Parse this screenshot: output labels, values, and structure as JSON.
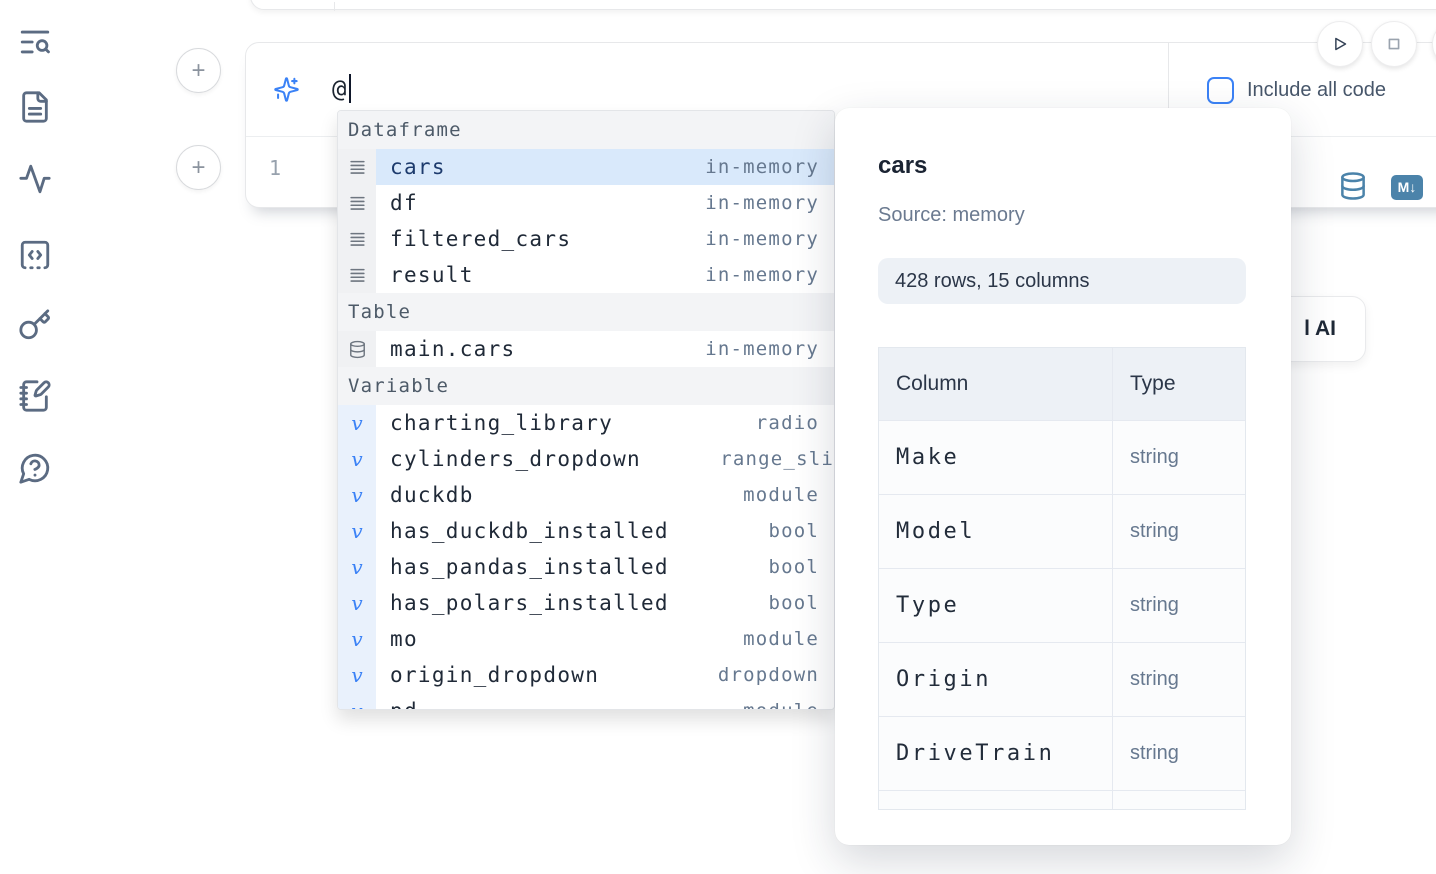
{
  "colors": {
    "accent": "#3b82f6",
    "steel_blue": "#4b83aa",
    "selection_bg": "#d9e9fb",
    "icon_slate": "#5b6b82"
  },
  "sidebar": {
    "icons": [
      {
        "name": "text-search-icon",
        "item": "search"
      },
      {
        "name": "file-text-icon",
        "item": "files"
      },
      {
        "name": "activity-icon",
        "item": "activity"
      },
      {
        "name": "code-square-icon",
        "item": "snippets"
      },
      {
        "name": "key-icon",
        "item": "keys"
      },
      {
        "name": "notebook-pen-icon",
        "item": "scratchpad"
      },
      {
        "name": "help-circle-icon",
        "item": "help"
      }
    ]
  },
  "run_controls": {
    "buttons": [
      {
        "name": "run-all-button",
        "icon": "play-icon"
      },
      {
        "name": "stop-button",
        "icon": "stop-icon"
      },
      {
        "name": "partial-button",
        "icon": ""
      }
    ]
  },
  "add_cell": {
    "label": "+"
  },
  "prompt": {
    "value": "@",
    "ai_icon": "sparkles-icon",
    "include_all_code": {
      "label": "Include all code",
      "checked": false
    }
  },
  "editor": {
    "line_number": "1",
    "markdown_badge_text": "M↓",
    "icons": [
      "database-icon",
      "markdown-badge"
    ]
  },
  "autocomplete": {
    "sections": [
      {
        "label": "Dataframe",
        "kind": "dataframe",
        "icon": "dataframe-rows-icon",
        "items": [
          {
            "name": "cars",
            "type": "in-memory",
            "selected": true
          },
          {
            "name": "df",
            "type": "in-memory"
          },
          {
            "name": "filtered_cars",
            "type": "in-memory"
          },
          {
            "name": "result",
            "type": "in-memory"
          }
        ]
      },
      {
        "label": "Table",
        "kind": "table",
        "icon": "database-icon",
        "items": [
          {
            "name": "main.cars",
            "type": "in-memory"
          }
        ]
      },
      {
        "label": "Variable",
        "kind": "variable",
        "icon": "variable-icon",
        "items": [
          {
            "name": "charting_library",
            "type": "radio"
          },
          {
            "name": "cylinders_dropdown",
            "type": "range_sli",
            "type_flush": true
          },
          {
            "name": "duckdb",
            "type": "module"
          },
          {
            "name": "has_duckdb_installed",
            "type": "bool"
          },
          {
            "name": "has_pandas_installed",
            "type": "bool"
          },
          {
            "name": "has_polars_installed",
            "type": "bool"
          },
          {
            "name": "mo",
            "type": "module"
          },
          {
            "name": "origin_dropdown",
            "type": "dropdown"
          },
          {
            "name": "pd",
            "type": "module",
            "clipped": true
          }
        ]
      }
    ]
  },
  "preview": {
    "title": "cars",
    "source": "Source: memory",
    "summary": "428 rows, 15 columns",
    "table": {
      "headers": [
        "Column",
        "Type"
      ],
      "rows": [
        {
          "column": "Make",
          "type": "string"
        },
        {
          "column": "Model",
          "type": "string"
        },
        {
          "column": "Type",
          "type": "string"
        },
        {
          "column": "Origin",
          "type": "string"
        },
        {
          "column": "DriveTrain",
          "type": "string"
        }
      ],
      "partial_row_visible": true
    }
  },
  "ai_button": {
    "visible_label": "l AI"
  }
}
